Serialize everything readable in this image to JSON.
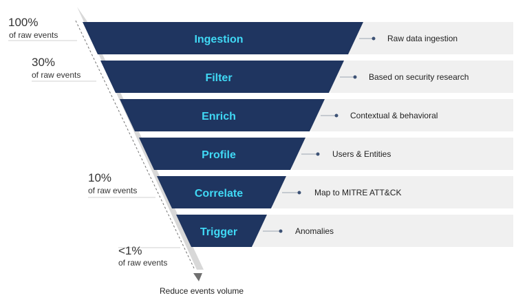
{
  "colors": {
    "band": "#1f3560",
    "label": "#40d9f5",
    "panel": "#f0f0f0",
    "dot": "#3d5275",
    "connector": "#9aa3b0",
    "shadow": "#c8c8c8",
    "arrow": "#707070"
  },
  "funnel": {
    "stages": [
      {
        "label": "Ingestion",
        "description": "Raw data ingestion"
      },
      {
        "label": "Filter",
        "description": "Based on security research"
      },
      {
        "label": "Enrich",
        "description": "Contextual & behavioral"
      },
      {
        "label": "Profile",
        "description": "Users & Entities"
      },
      {
        "label": "Correlate",
        "description": "Map to MITRE ATT&CK"
      },
      {
        "label": "Trigger",
        "description": "Anomalies"
      }
    ]
  },
  "volume_markers": [
    {
      "percent": "100%",
      "caption": "of raw events"
    },
    {
      "percent": "30%",
      "caption": "of raw events"
    },
    {
      "percent": "10%",
      "caption": "of raw events"
    },
    {
      "percent": "<1%",
      "caption": "of raw events"
    }
  ],
  "footer": {
    "arrow_label": "Reduce events volume"
  }
}
